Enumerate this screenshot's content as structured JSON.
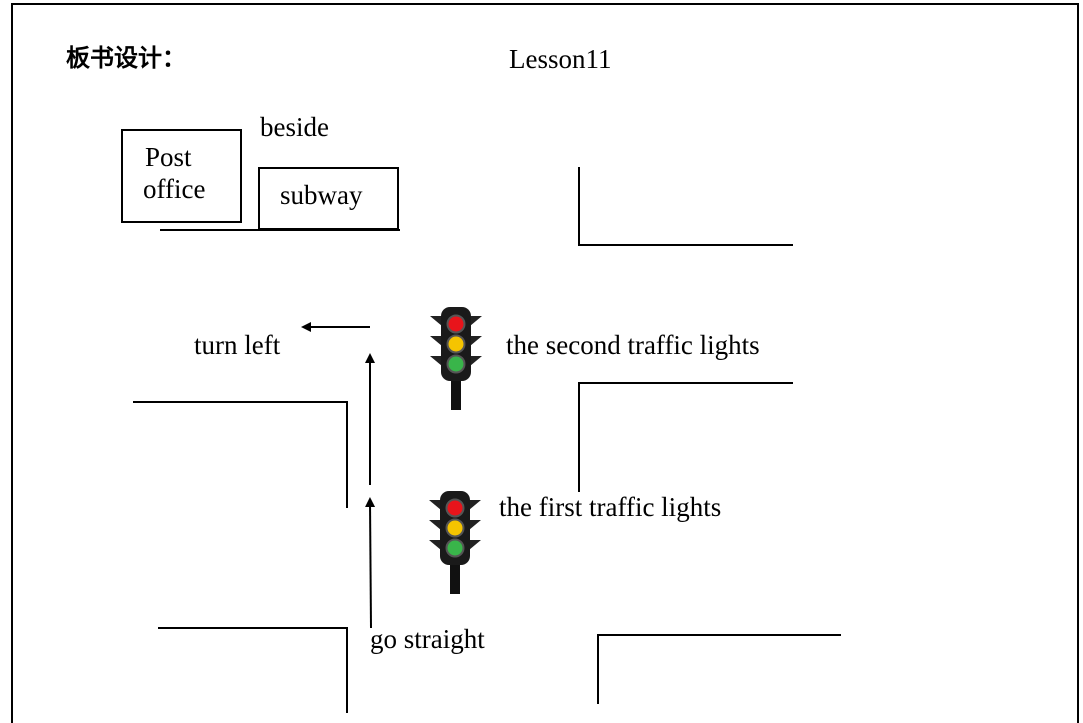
{
  "header": {
    "heading": "板书设计：",
    "lesson": "Lesson11"
  },
  "places": {
    "post_office_line1": "Post",
    "post_office_line2": "office",
    "subway": "subway",
    "beside": "beside"
  },
  "directions": {
    "turn_left": "turn left",
    "go_straight": "go straight"
  },
  "traffic_lights": {
    "second": "the second traffic lights",
    "first": "the first traffic lights",
    "colors": [
      "#e8141b",
      "#f5c400",
      "#39b54a"
    ]
  }
}
